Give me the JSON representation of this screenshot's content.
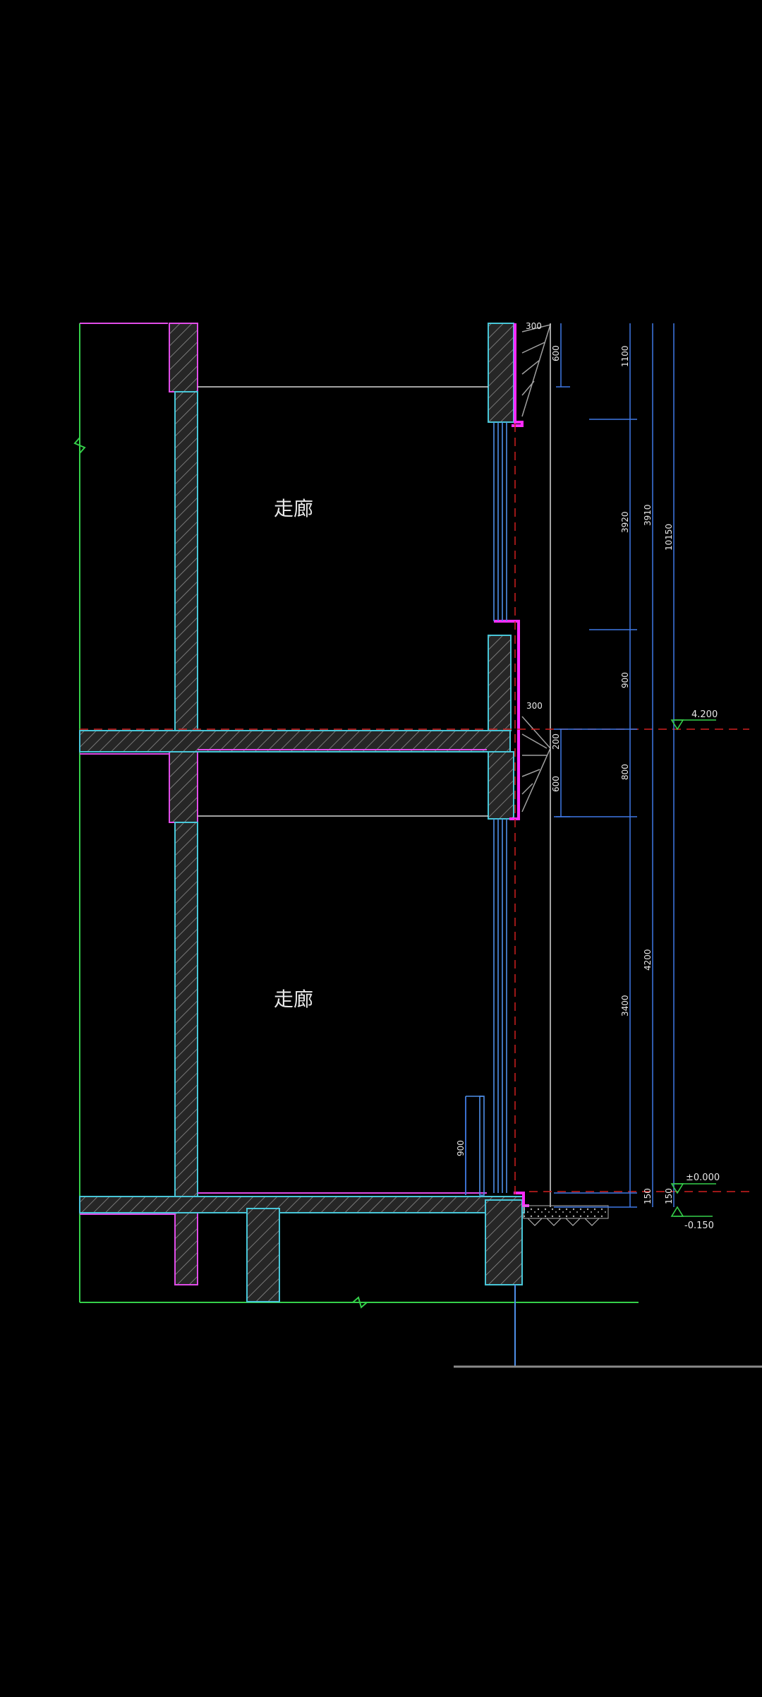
{
  "drawing": {
    "background": "#000000",
    "colors": {
      "outline_green": "#35d04a",
      "wall_magenta": "#e04ce8",
      "facade_magenta": "#ff2bff",
      "inner_cyan": "#48c6d8",
      "dim_blue": "#3f78e6",
      "window_blue": "#4f8fe8",
      "white_line": "#d8d8d8",
      "hatch": "#8c8c8c",
      "concrete": "#262626",
      "red_axis": "#d02020",
      "text": "#e8e8e8"
    },
    "rooms": [
      {
        "label": "走廊"
      },
      {
        "label": "走廊"
      }
    ],
    "dimension_texts": {
      "upper_parapet": "300",
      "top_600": "600",
      "col1_1100": "1100",
      "col1_3920": "3920",
      "col1_900": "900",
      "col1_800": "800",
      "col1_3400": "3400",
      "col1_150": "150",
      "col2_3910": "3910",
      "col2_4200": "4200",
      "col2_150": "150",
      "col3_10150": "10150",
      "mid_300": "300",
      "mid_200": "200",
      "mid_600": "600",
      "sill_900": "900"
    },
    "levels": {
      "floor2": "4.200",
      "ground": "±0.000",
      "exterior": "-0.150"
    },
    "break_marks": [
      "left-break-symbol",
      "bottom-break-symbol"
    ]
  }
}
